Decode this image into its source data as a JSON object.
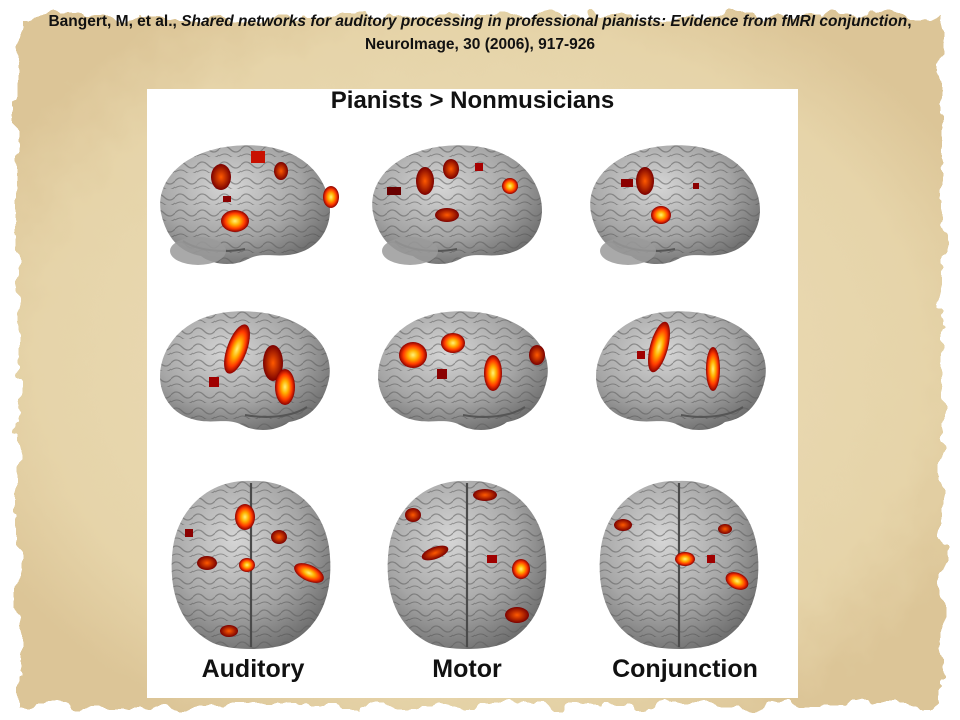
{
  "slide": {
    "citation_authors": "Bangert, M, et al.,",
    "citation_title": "Shared networks for auditory processing in professional pianists: Evidence from fMRI conjunction",
    "citation_journal": ", NeuroImage, 30 (2006), 917-926"
  },
  "figure": {
    "title": "Pianists > Nonmusicians",
    "columns": [
      "Auditory",
      "Motor",
      "Conjunction"
    ],
    "views": [
      "left-lateral",
      "right-lateral",
      "dorsal"
    ]
  },
  "colors": {
    "parchment": "#e8d9b4",
    "brain": "#a8a8a8",
    "activation_low": "#8b0000",
    "activation_mid": "#ff4000",
    "activation_high": "#ffee40"
  }
}
